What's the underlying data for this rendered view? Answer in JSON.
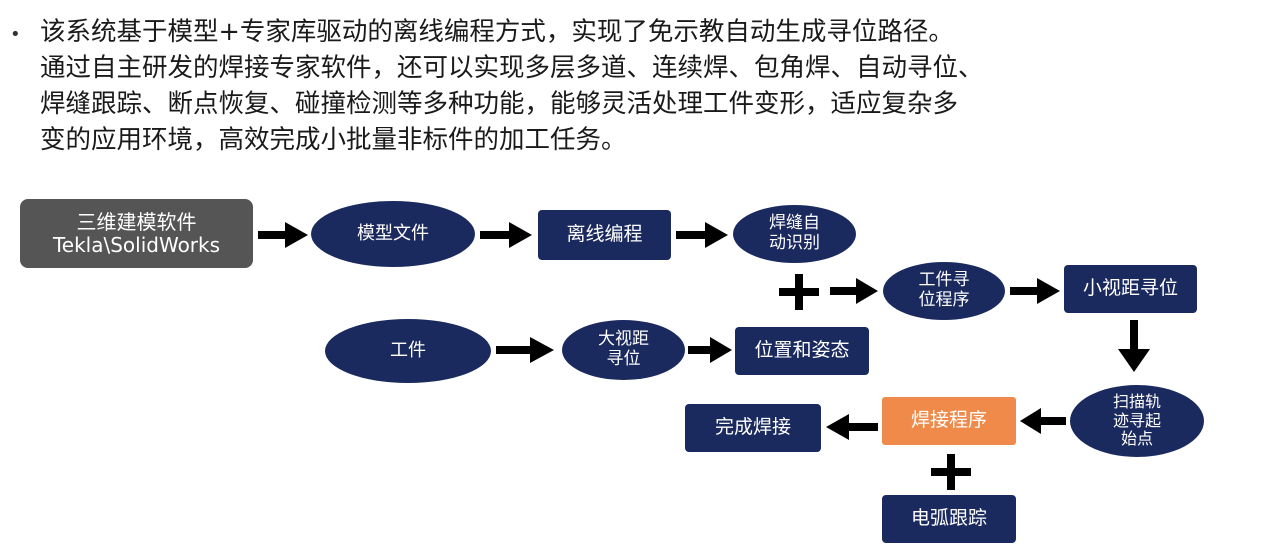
{
  "description": {
    "bullet": "•",
    "lines": [
      "该系统基于模型+专家库驱动的离线编程方式，实现了免示教自动生成寻位路径。",
      "通过自主研发的焊接专家软件，还可以实现多层多道、连续焊、包角焊、自动寻位、",
      "焊缝跟踪、断点恢复、碰撞检测等多种功能，能够灵活处理工件变形，适应复杂多",
      "变的应用环境，高效完成小批量非标件的加工任务。"
    ]
  },
  "flow": {
    "software_line1": "三维建模软件",
    "software_line2": "Tekla\\SolidWorks",
    "model_file": "模型文件",
    "offline_programming": "离线编程",
    "seam_recognition_line1": "焊缝自",
    "seam_recognition_line2": "动识别",
    "workpiece_search_line1": "工件寻",
    "workpiece_search_line2": "位程序",
    "small_fov_search": "小视距寻位",
    "workpiece": "工件",
    "large_fov_line1": "大视距",
    "large_fov_line2": "寻位",
    "position_pose": "位置和姿态",
    "scan_line1": "扫描轨",
    "scan_line2": "迹寻起",
    "scan_line3": "始点",
    "welding_program": "焊接程序",
    "finish_welding": "完成焊接",
    "arc_tracking": "电弧跟踪"
  },
  "colors": {
    "navy": "#1b2a5e",
    "gray": "#555555",
    "orange": "#f08a4b",
    "arrow": "#000000"
  }
}
